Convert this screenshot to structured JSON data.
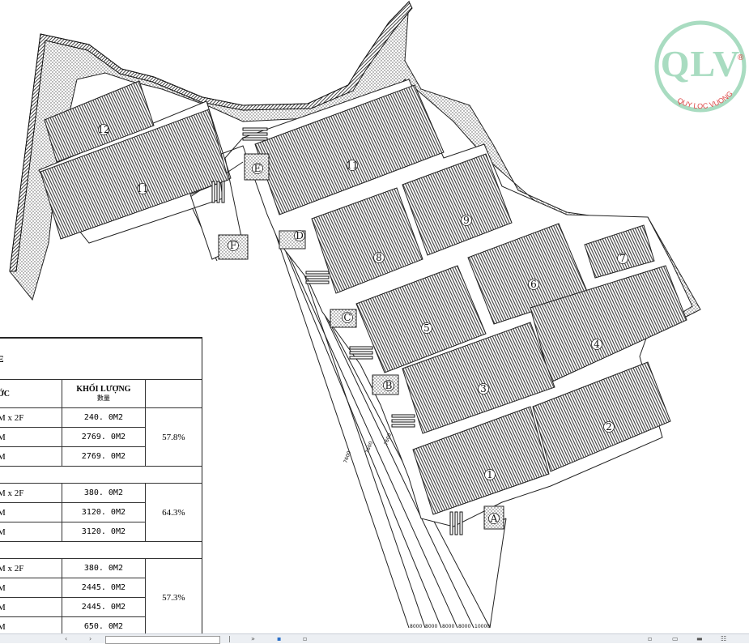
{
  "logo": {
    "text": "QLV",
    "tagline": "QUY LOC VUONG",
    "mark": "®"
  },
  "buildings": {
    "b1": "1",
    "b2": "2",
    "b3": "3",
    "b4": "4",
    "b5": "5",
    "b6": "6",
    "b7": "7",
    "b8": "8",
    "b9": "9",
    "b10": "10",
    "b11": "11",
    "b12": "12",
    "gA": "A",
    "gB": "B",
    "gC": "C",
    "gD": "D",
    "gE": "E",
    "gF": "F"
  },
  "dimensions": {
    "d1": "7600",
    "d2": "8000",
    "d3": "10000"
  },
  "table": {
    "title": "Ξ",
    "col_spec": "ỚC",
    "col_volume": "KHỐI LƯỢNG",
    "col_volume_sub": "數量",
    "groups": [
      {
        "rows": [
          {
            "spec": "M x 2F",
            "volume": "240. 0M2"
          },
          {
            "spec": "M",
            "volume": "2769. 0M2"
          },
          {
            "spec": "M",
            "volume": "2769. 0M2"
          }
        ],
        "ratio": "57.8%"
      },
      {
        "rows": [
          {
            "spec": "M x 2F",
            "volume": "380. 0M2"
          },
          {
            "spec": "M",
            "volume": "3120. 0M2"
          },
          {
            "spec": "M",
            "volume": "3120. 0M2"
          }
        ],
        "ratio": "64.3%"
      },
      {
        "rows": [
          {
            "spec": "M x 2F",
            "volume": "380. 0M2"
          },
          {
            "spec": "M",
            "volume": "2445. 0M2"
          },
          {
            "spec": "M",
            "volume": "2445. 0M2"
          },
          {
            "spec": "M",
            "volume": "650. 0M2"
          }
        ],
        "ratio": "57.3%"
      }
    ]
  }
}
